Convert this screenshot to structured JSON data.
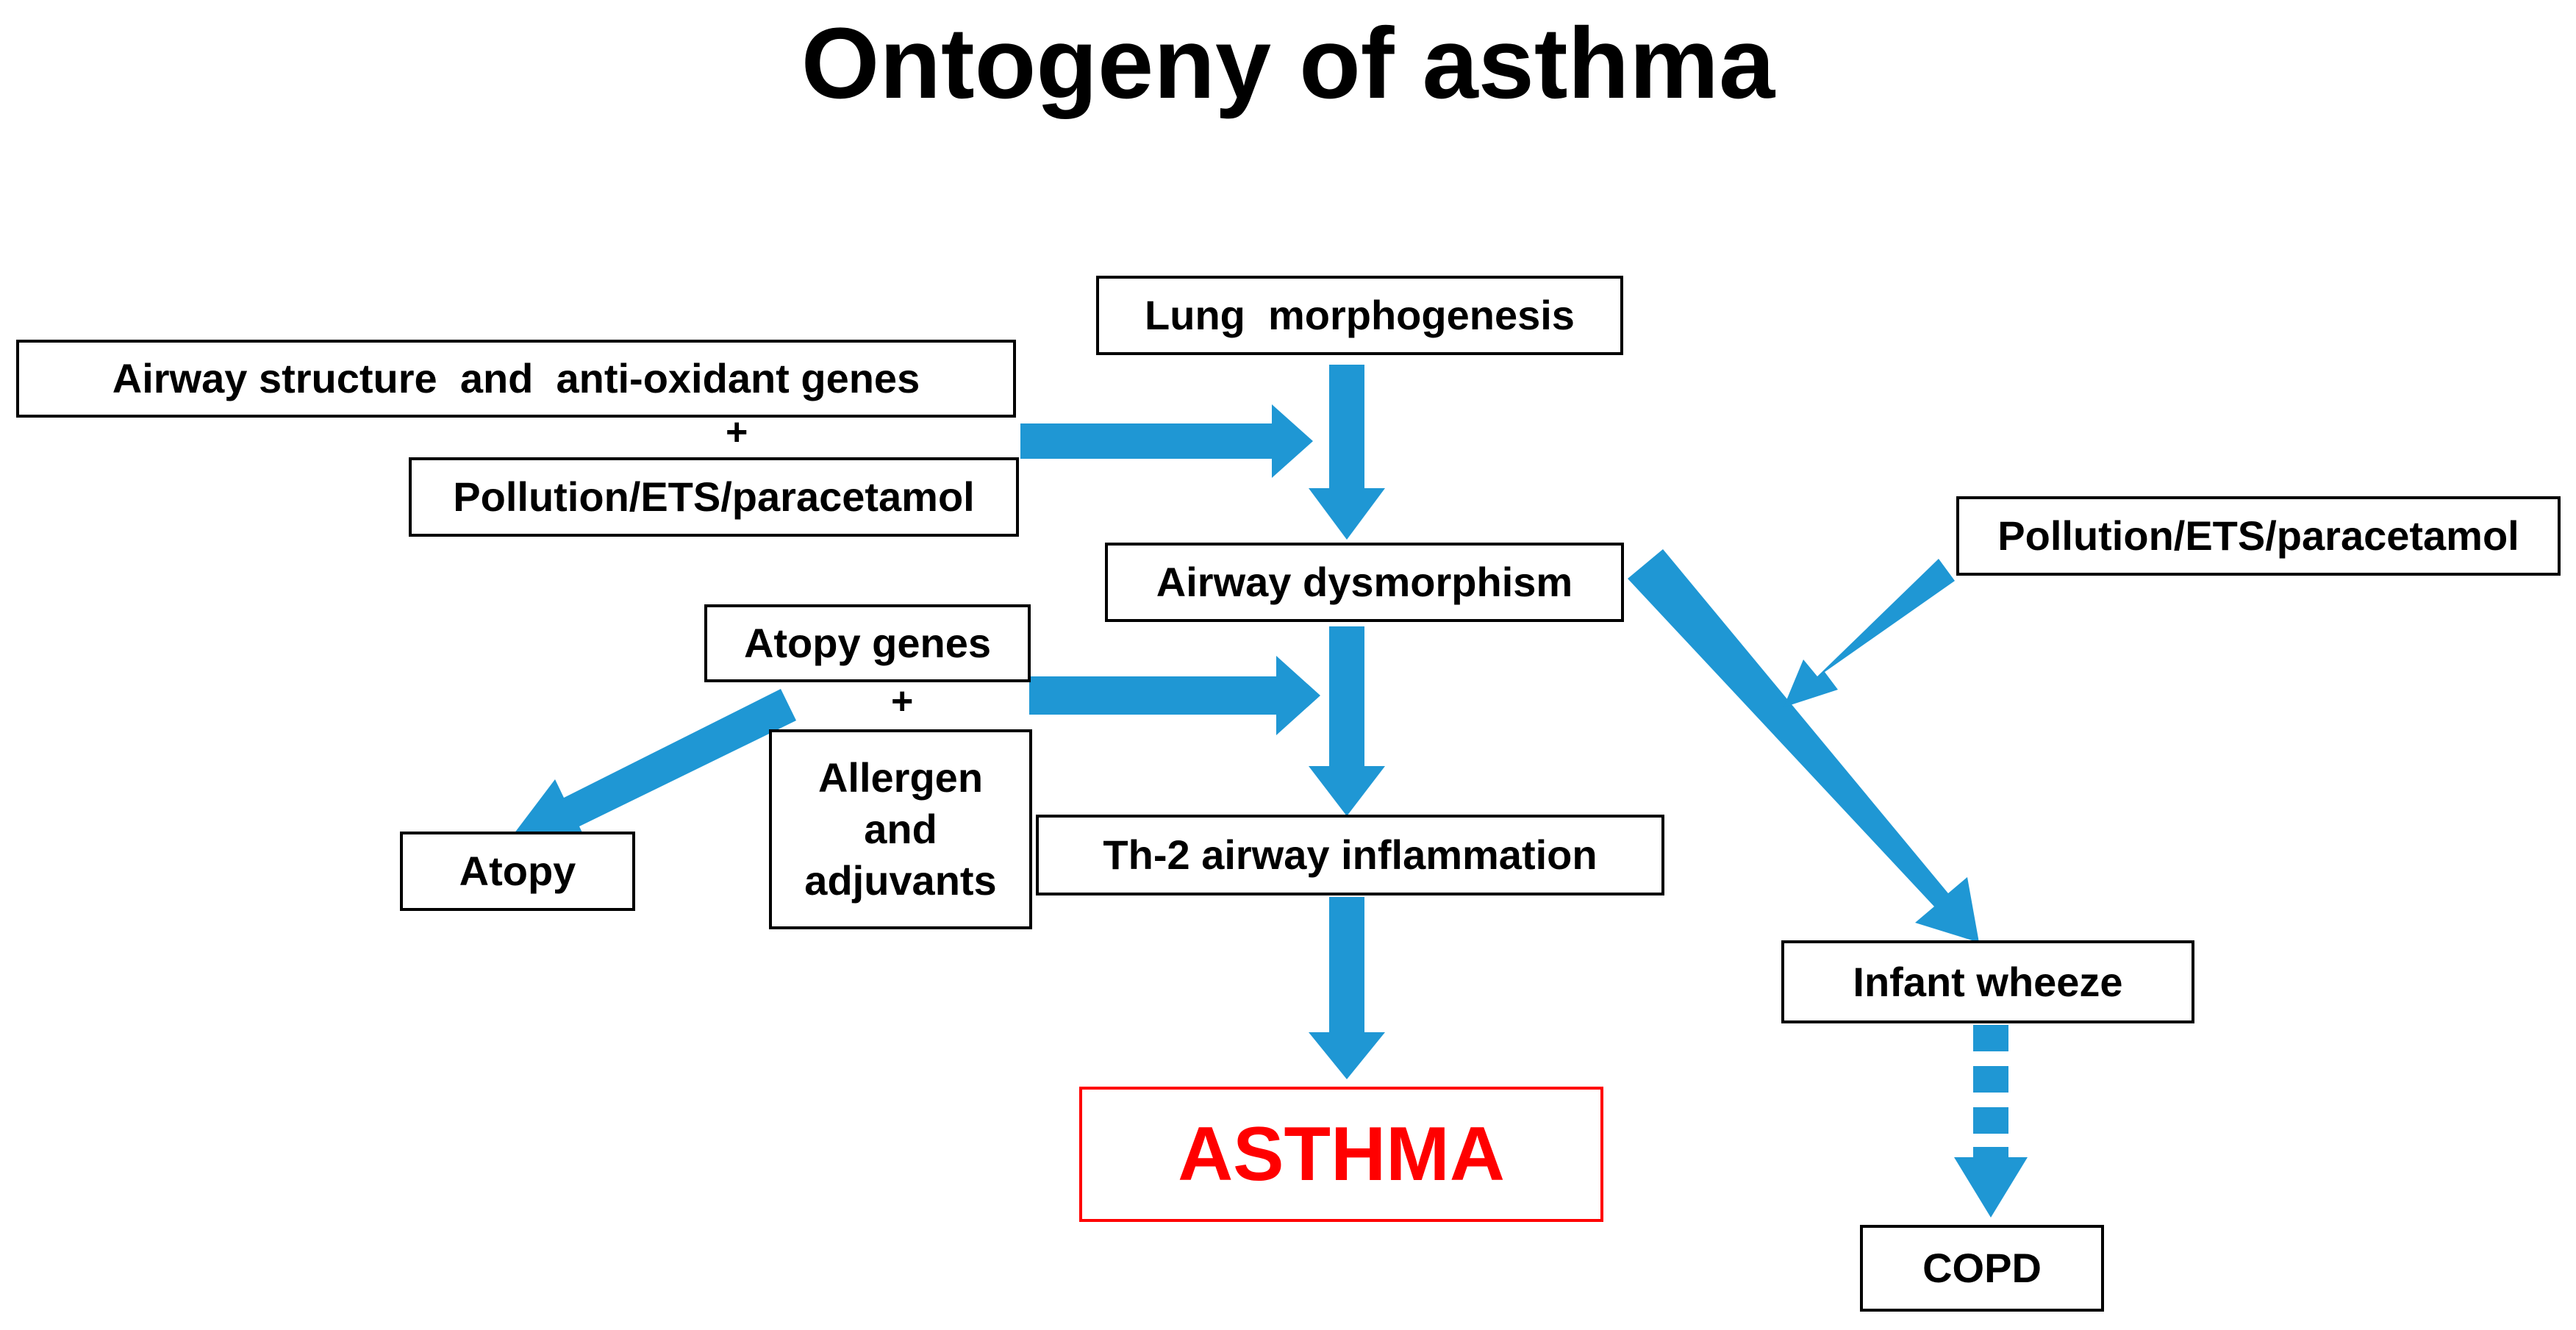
{
  "title": "Ontogeny of asthma",
  "nodes": {
    "airway_genes": "Airway structure  and  anti-oxidant genes",
    "plus_1": "+",
    "pollution_left": "Pollution/ETS/paracetamol",
    "lung_morphogenesis": "Lung  morphogenesis",
    "airway_dysmorphism": "Airway dysmorphism",
    "pollution_right": "Pollution/ETS/paracetamol",
    "atopy_genes": "Atopy genes",
    "plus_2": "+",
    "allergen_line1": "Allergen",
    "allergen_line2": "and",
    "allergen_line3": "adjuvants",
    "atopy": "Atopy",
    "th2": "Th-2 airway inflammation",
    "asthma": "ASTHMA",
    "infant_wheeze": "Infant wheeze",
    "copd": "COPD"
  },
  "colors": {
    "arrow": "#1f97d4",
    "asthma_accent": "#ff0000"
  }
}
